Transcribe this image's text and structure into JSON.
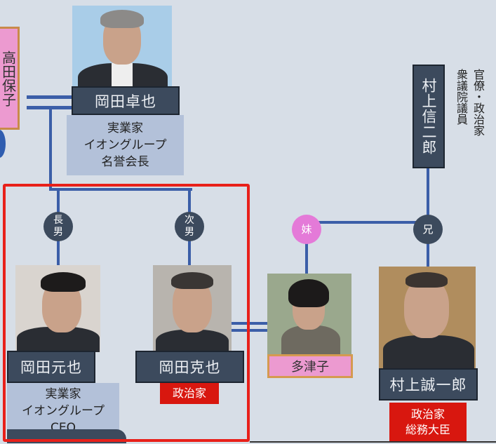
{
  "takada": {
    "name": "高田保子"
  },
  "takuya": {
    "name": "岡田卓也",
    "desc": [
      "実業家",
      "イオングループ",
      "名誉会長"
    ]
  },
  "motoya": {
    "name": "岡田元也",
    "relation": [
      "長",
      "男"
    ],
    "desc": [
      "実業家",
      "イオングループ",
      "CEO"
    ]
  },
  "katsuya": {
    "name": "岡田克也",
    "relation": [
      "次",
      "男"
    ],
    "desc": [
      "政治家"
    ]
  },
  "tsuko": {
    "name": "多津子",
    "relation": "妹"
  },
  "seiichiro": {
    "name": "村上誠一郎",
    "desc": [
      "政治家",
      "総務大臣"
    ]
  },
  "shinjiro": {
    "name": "村上信二郎",
    "relation": "兄",
    "desc": [
      "官僚・政治家",
      "衆議院議員"
    ]
  },
  "colors": {
    "line": "#3b5ea8",
    "node": "#3c4a5d",
    "highlight": "#e8201a",
    "female": "#e98fd3",
    "role": "#d8170f"
  }
}
